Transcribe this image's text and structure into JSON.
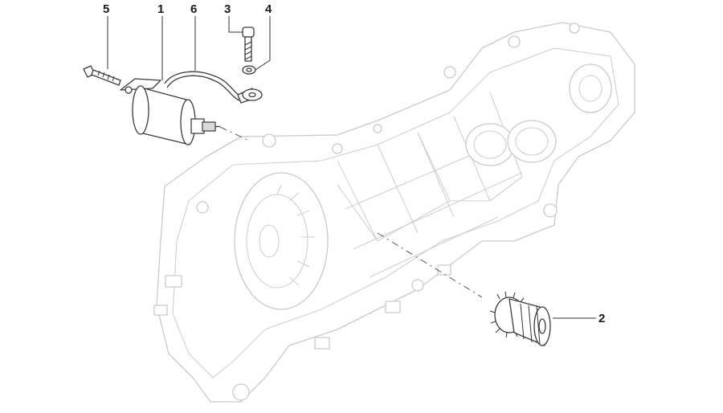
{
  "callouts": [
    {
      "id": "part-5",
      "label": "5"
    },
    {
      "id": "part-1",
      "label": "1"
    },
    {
      "id": "part-6",
      "label": "6"
    },
    {
      "id": "part-3",
      "label": "3"
    },
    {
      "id": "part-4",
      "label": "4"
    },
    {
      "id": "part-2",
      "label": "2"
    }
  ],
  "colors": {
    "line": "#3a3a3a",
    "ghost": "#c9c9c9",
    "background": "#ffffff"
  }
}
